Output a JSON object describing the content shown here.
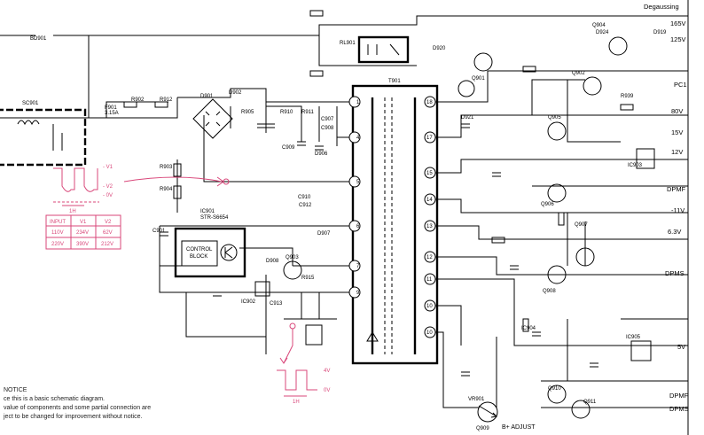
{
  "colors": {
    "annotation": "#d9477a",
    "wire": "#000000"
  },
  "rails": [
    "Degaussing",
    "165V",
    "125V",
    "PC1",
    "80V",
    "15V",
    "12V",
    "DPMF",
    "-11V",
    "6.3V",
    "DPMS",
    "5V",
    "DPMF",
    "DPMS"
  ],
  "top_labels": {
    "relay": "RL901",
    "transformer": "T901",
    "fuse": "F901",
    "fuse_rating": "3.15A",
    "sc": "SC901",
    "bd": "BD901"
  },
  "ic_label": "IC901",
  "ic_part": "STR-S6654",
  "ic_block": "CONTROL\nBLOCK",
  "control_block_line1": "CONTROL",
  "control_block_line2": "BLOCK",
  "waveform_labels": {
    "v1": "- V1",
    "v2": "- V2",
    "ov": "- 0V",
    "period": "1H"
  },
  "input_table": {
    "headers": [
      "INPUT",
      "V1",
      "V2"
    ],
    "rows": [
      [
        "110V",
        "234V",
        "62V"
      ],
      [
        "220V",
        "390V",
        "212V"
      ]
    ]
  },
  "pulse_labels": {
    "high": "4V",
    "low": "0V",
    "period": "1H"
  },
  "adjust_label": "B+ ADJUST",
  "notice": {
    "title": "NOTICE",
    "line1": "ce this is a basic schematic diagram.",
    "line2": "value of components and some partial connection are",
    "line3": "ject to be changed for improvement without notice."
  },
  "component_labels": [
    "R902",
    "R912",
    "D901",
    "R903",
    "R904",
    "R905",
    "C901",
    "D902",
    "R910",
    "R911",
    "C907",
    "C908",
    "D906",
    "C909",
    "C910",
    "C912",
    "D907",
    "D908",
    "Q903",
    "IC902",
    "R915",
    "C913",
    "D920",
    "D921",
    "Q901",
    "Q902",
    "IC903",
    "Q904",
    "Q905",
    "Q906",
    "Q907",
    "Q908",
    "Q909",
    "Q910",
    "Q911",
    "IC904",
    "IC905",
    "VR901",
    "R939",
    "D924",
    "D919"
  ]
}
